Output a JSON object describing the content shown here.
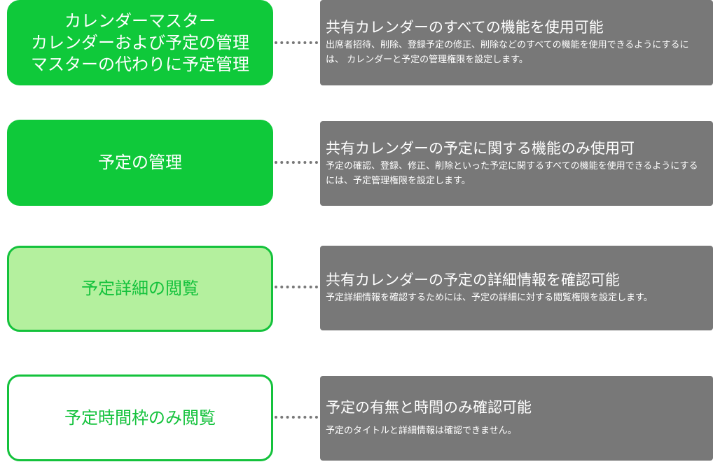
{
  "levels": [
    {
      "label": "カレンダーマスター\nカレンダーおよび予定の管理\nマスターの代わりに予定管理",
      "title": "共有カレンダーのすべての機能を使用可能",
      "description": "出席者招待、削除、登録予定の修正、削除などのすべての機能を使用できるようにするには、 カレンダーと予定の管理権限を設定します。"
    },
    {
      "label": "予定の管理",
      "title": "共有カレンダーの予定に関する機能のみ使用可",
      "description": "予定の確認、登録、修正、削除といった予定に関するすべての機能を使用できるようにするには、予定管理権限を設定します。"
    },
    {
      "label": "予定詳細の閲覧",
      "title": "共有カレンダーの予定の詳細情報を確認可能",
      "description": "予定詳細情報を確認するためには、予定の詳細に対する閲覧権限を設定します。"
    },
    {
      "label": "予定時間枠のみ閲覧",
      "title": "予定の有無と時間のみ確認可能",
      "description": "予定のタイトルと詳細情報は確認できません。"
    }
  ],
  "colors": {
    "green_solid": "#0fc93a",
    "green_light": "#b4f09e",
    "green_text": "#14c23c",
    "panel_gray": "#787878",
    "connector_gray": "#777777"
  }
}
